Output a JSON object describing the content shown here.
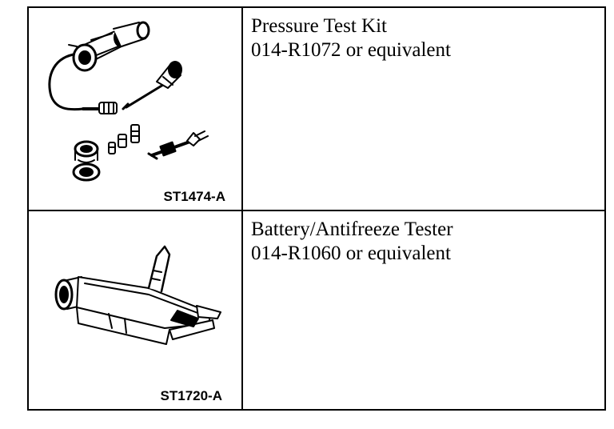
{
  "tools": [
    {
      "name": "Pressure Test Kit",
      "part": "014-R1072 or equivalent",
      "illustration_code": "ST1474-A"
    },
    {
      "name": "Battery/Antifreeze Tester",
      "part": "014-R1060 or equivalent",
      "illustration_code": "ST1720-A"
    }
  ]
}
